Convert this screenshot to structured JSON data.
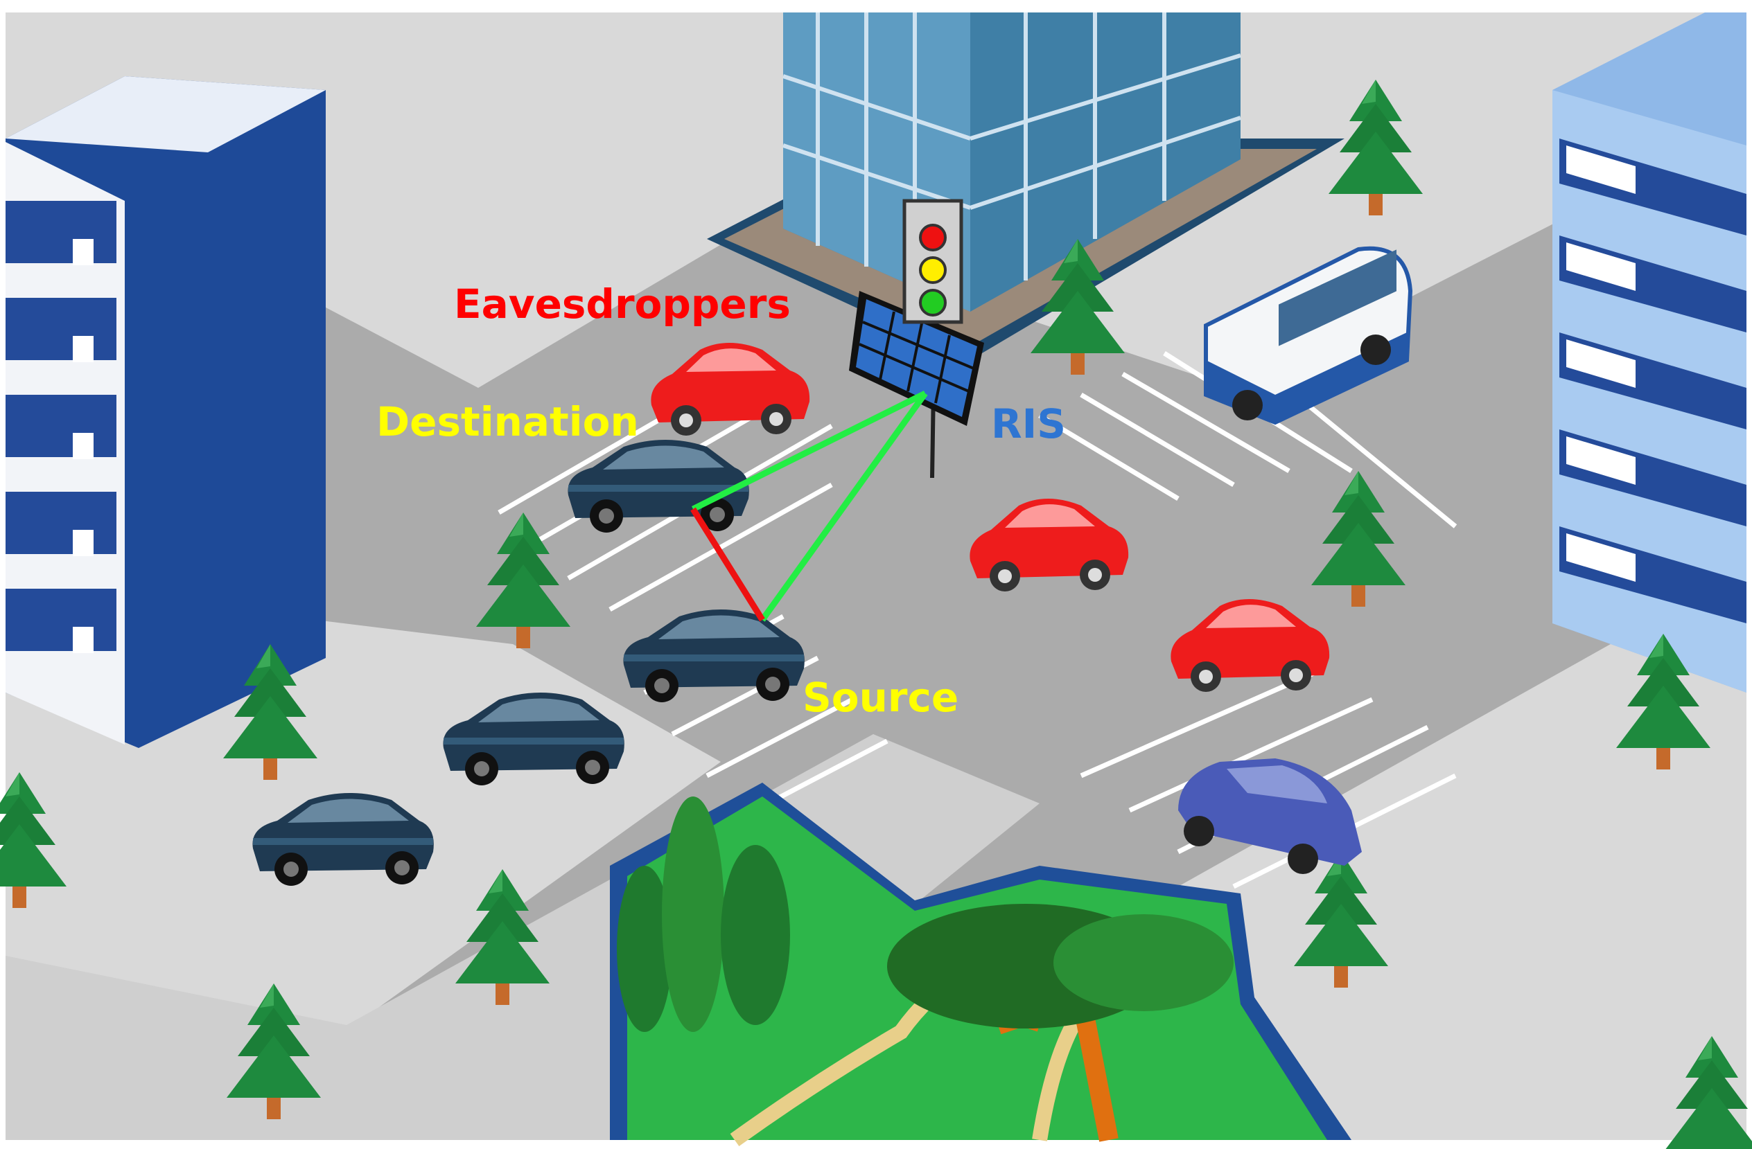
{
  "labels": {
    "eavesdroppers": "Eavesdroppers",
    "destination": "Destination",
    "ris": "RIS",
    "source": "Source"
  },
  "colors": {
    "eavesdroppers": "#ff0000",
    "destination": "#ffff00",
    "ris": "#2e75d2",
    "source": "#ffff00",
    "legitimate_link": "#22ee44",
    "eavesdrop_link": "#ee1111",
    "road": "#ababab",
    "sidewalk": "#d9d9d9",
    "eavesdropper_car": "#ee1c1c",
    "legit_car": "#1f3a52",
    "building_blue": "#1e4a98",
    "tree": "#1e8a3e"
  },
  "icons": {
    "car": "car-icon",
    "bus": "bus-icon",
    "tree": "tree-icon",
    "building": "building-icon",
    "traffic_light": "traffic-light-icon",
    "ris_panel": "ris-panel-icon",
    "park": "park-icon"
  }
}
